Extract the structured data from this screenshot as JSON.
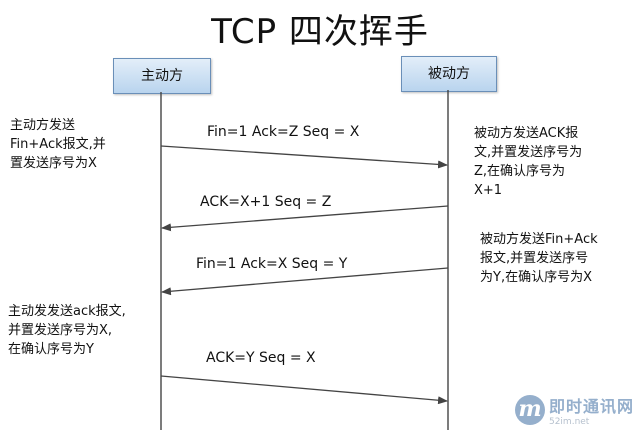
{
  "title": "TCP 四次挥手",
  "actors": {
    "left": "主动方",
    "right": "被动方"
  },
  "messages": [
    {
      "label": "Fin=1 Ack=Z Seq = X",
      "direction": "left-to-right"
    },
    {
      "label": "ACK=X+1 Seq = Z",
      "direction": "right-to-left"
    },
    {
      "label": "Fin=1 Ack=X Seq = Y",
      "direction": "right-to-left"
    },
    {
      "label": "ACK=Y Seq = X",
      "direction": "left-to-right"
    }
  ],
  "notes": {
    "left_1": [
      "主动方发送",
      "Fin+Ack报文,并",
      "置发送序号为X"
    ],
    "right_1": [
      "被动方发送ACK报",
      "文,并置发送序号为",
      "Z,在确认序号为",
      "X+1"
    ],
    "right_2": [
      "被动方发送Fin+Ack",
      "报文,并置发送序号",
      "为Y,在确认序号为X"
    ],
    "left_2": [
      "主动发发送ack报文,",
      "并置发送序号为X,",
      "在确认序号为Y"
    ]
  },
  "watermark": {
    "name": "即时通讯网",
    "url": "52im.net"
  },
  "colors": {
    "actor_fill": "#c9ddf2",
    "actor_border": "#6a8fb8",
    "line": "#444444"
  }
}
